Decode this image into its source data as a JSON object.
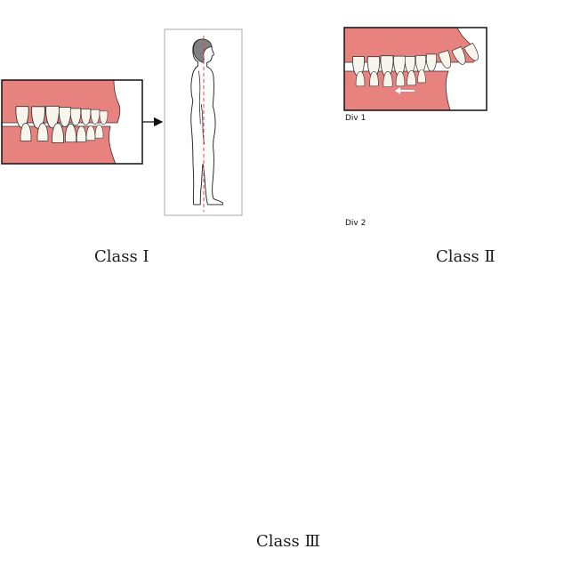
{
  "captions": {
    "class1": "Class Ⅰ",
    "class2": "Class Ⅱ",
    "class3": "Class Ⅲ"
  },
  "sublabels": {
    "div1": "Div 1",
    "div2": "Div 2"
  },
  "colors": {
    "gum": "#e8827e",
    "tooth": "#f7f5ec",
    "frame": "#111111",
    "profile_panel": "#aaaaaa",
    "head": "#808080",
    "marker": "#e8443a"
  },
  "icons": [
    "jaw-occlusion-illustration",
    "body-profile-figure",
    "arrow-right-icon",
    "posture-line"
  ]
}
